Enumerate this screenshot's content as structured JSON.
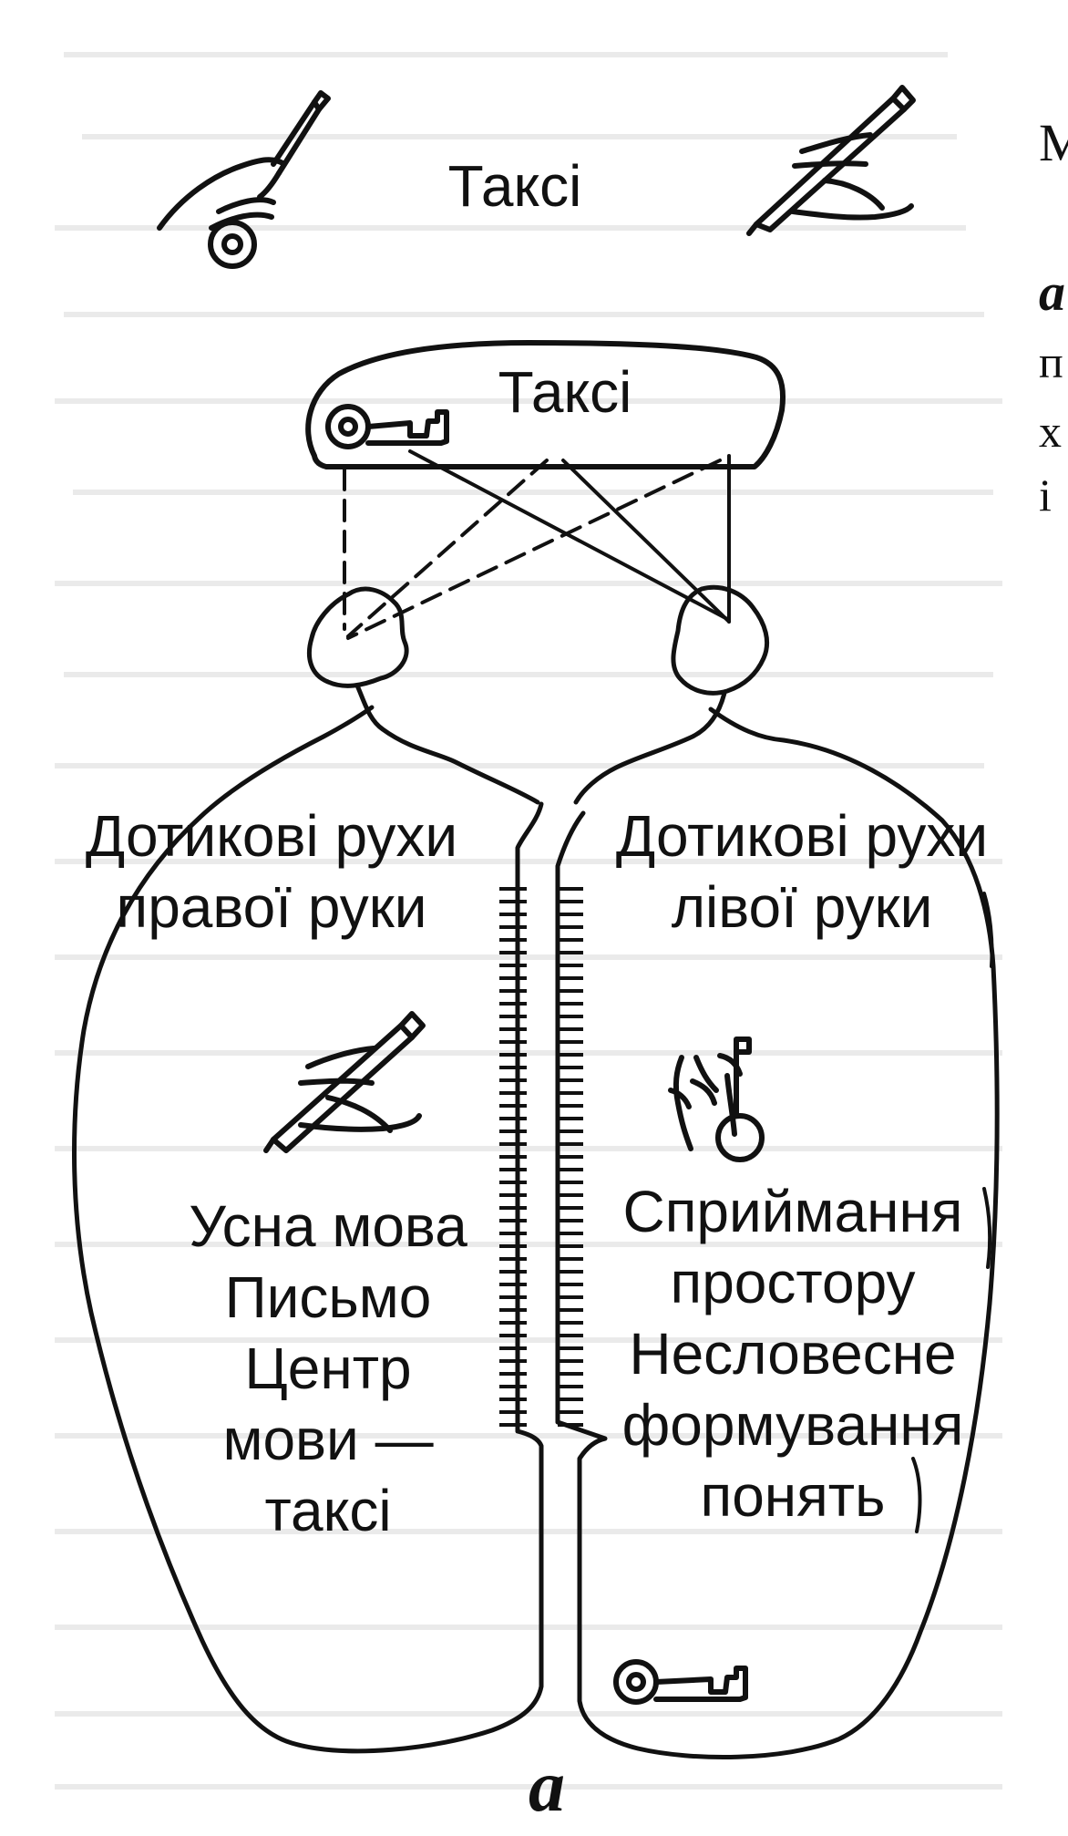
{
  "diagram": {
    "top_label": "Таксі",
    "oval_label": "Таксі",
    "left_hemisphere": {
      "title_line1": "Дотикові рухи",
      "title_line2": "правої руки",
      "functions": [
        "Усна мова",
        "Письмо",
        "Центр",
        "мови —",
        "таксі"
      ]
    },
    "right_hemisphere": {
      "title_line1": "Дотикові рухи",
      "title_line2": "лівої руки",
      "functions": [
        "Сприймання",
        "простору",
        "Несловесне",
        "формування",
        "понять"
      ]
    },
    "caption": "a",
    "edge_fragments": [
      "М",
      "а",
      "п",
      "х",
      "і"
    ],
    "colors": {
      "ink": "#111111",
      "paper": "#ffffff",
      "background_text": "#cfcfcf"
    },
    "icons": [
      "hand-writing-icon",
      "key-icon",
      "hand-holding-key-icon"
    ]
  }
}
